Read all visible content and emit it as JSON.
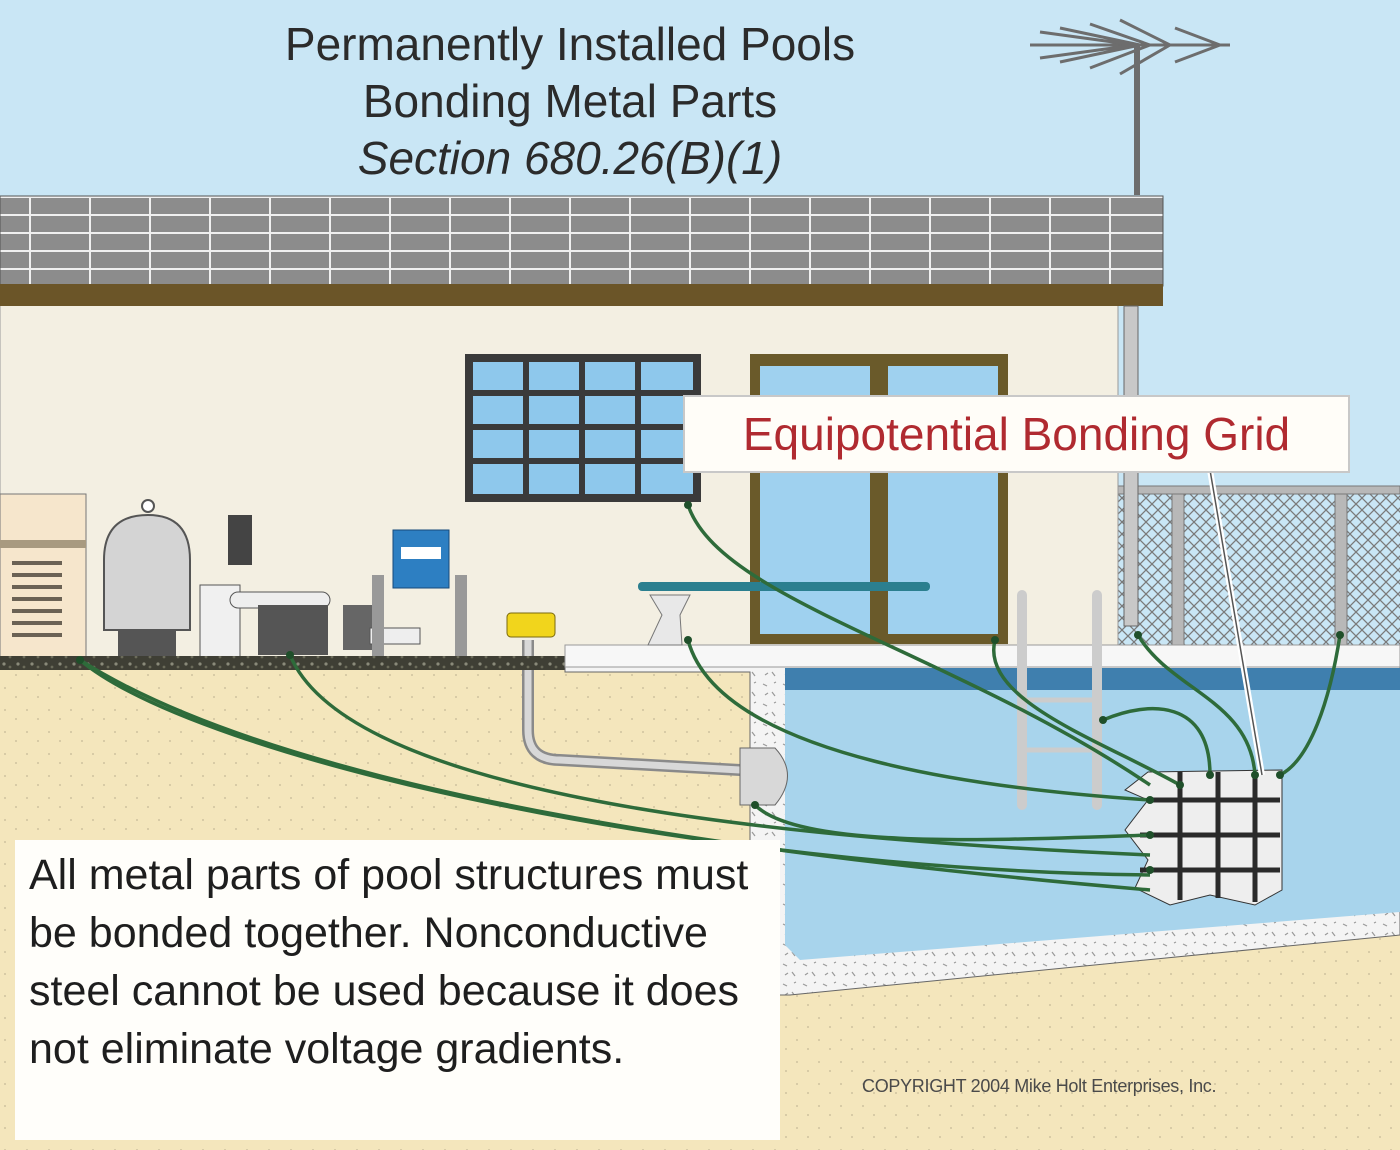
{
  "title": {
    "line1": "Permanently Installed Pools",
    "line2": "Bonding Metal Parts",
    "line3": "Section 680.26(B)(1)"
  },
  "callout": "Equipotential Bonding Grid",
  "note": "All metal parts of pool structures must be bonded together. Nonconductive steel cannot be used because it does not eliminate voltage gradients.",
  "copyright": "COPYRIGHT 2004  Mike Holt Enterprises, Inc.",
  "colors": {
    "sky": "#c9e6f5",
    "wall": "#f3efe2",
    "sand": "#f4e6bc",
    "water": "#a8d4ec",
    "bonding_wire": "#2e6b3a",
    "callout_text": "#b02a30"
  }
}
